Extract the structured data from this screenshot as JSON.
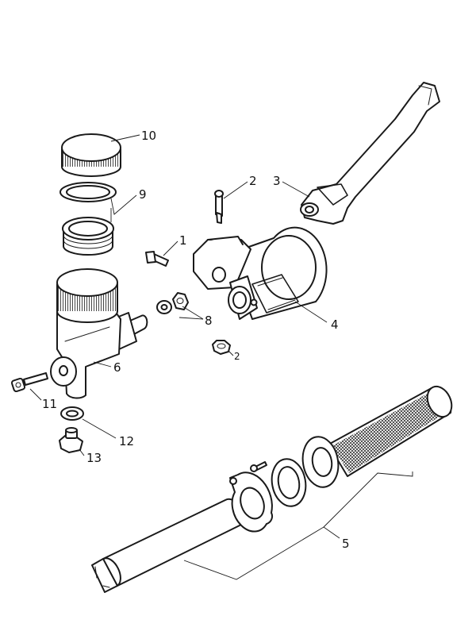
{
  "diagram": {
    "callouts": [
      {
        "id": "c10",
        "text": "10"
      },
      {
        "id": "c9",
        "text": "9"
      },
      {
        "id": "c2a",
        "text": "2"
      },
      {
        "id": "c3",
        "text": "3"
      },
      {
        "id": "c1",
        "text": "1"
      },
      {
        "id": "c8",
        "text": "8"
      },
      {
        "id": "c2b",
        "text": "2"
      },
      {
        "id": "c4",
        "text": "4"
      },
      {
        "id": "c6",
        "text": "6"
      },
      {
        "id": "c11",
        "text": "11"
      },
      {
        "id": "c12",
        "text": "12"
      },
      {
        "id": "c13",
        "text": "13"
      },
      {
        "id": "c5",
        "text": "5"
      }
    ]
  }
}
